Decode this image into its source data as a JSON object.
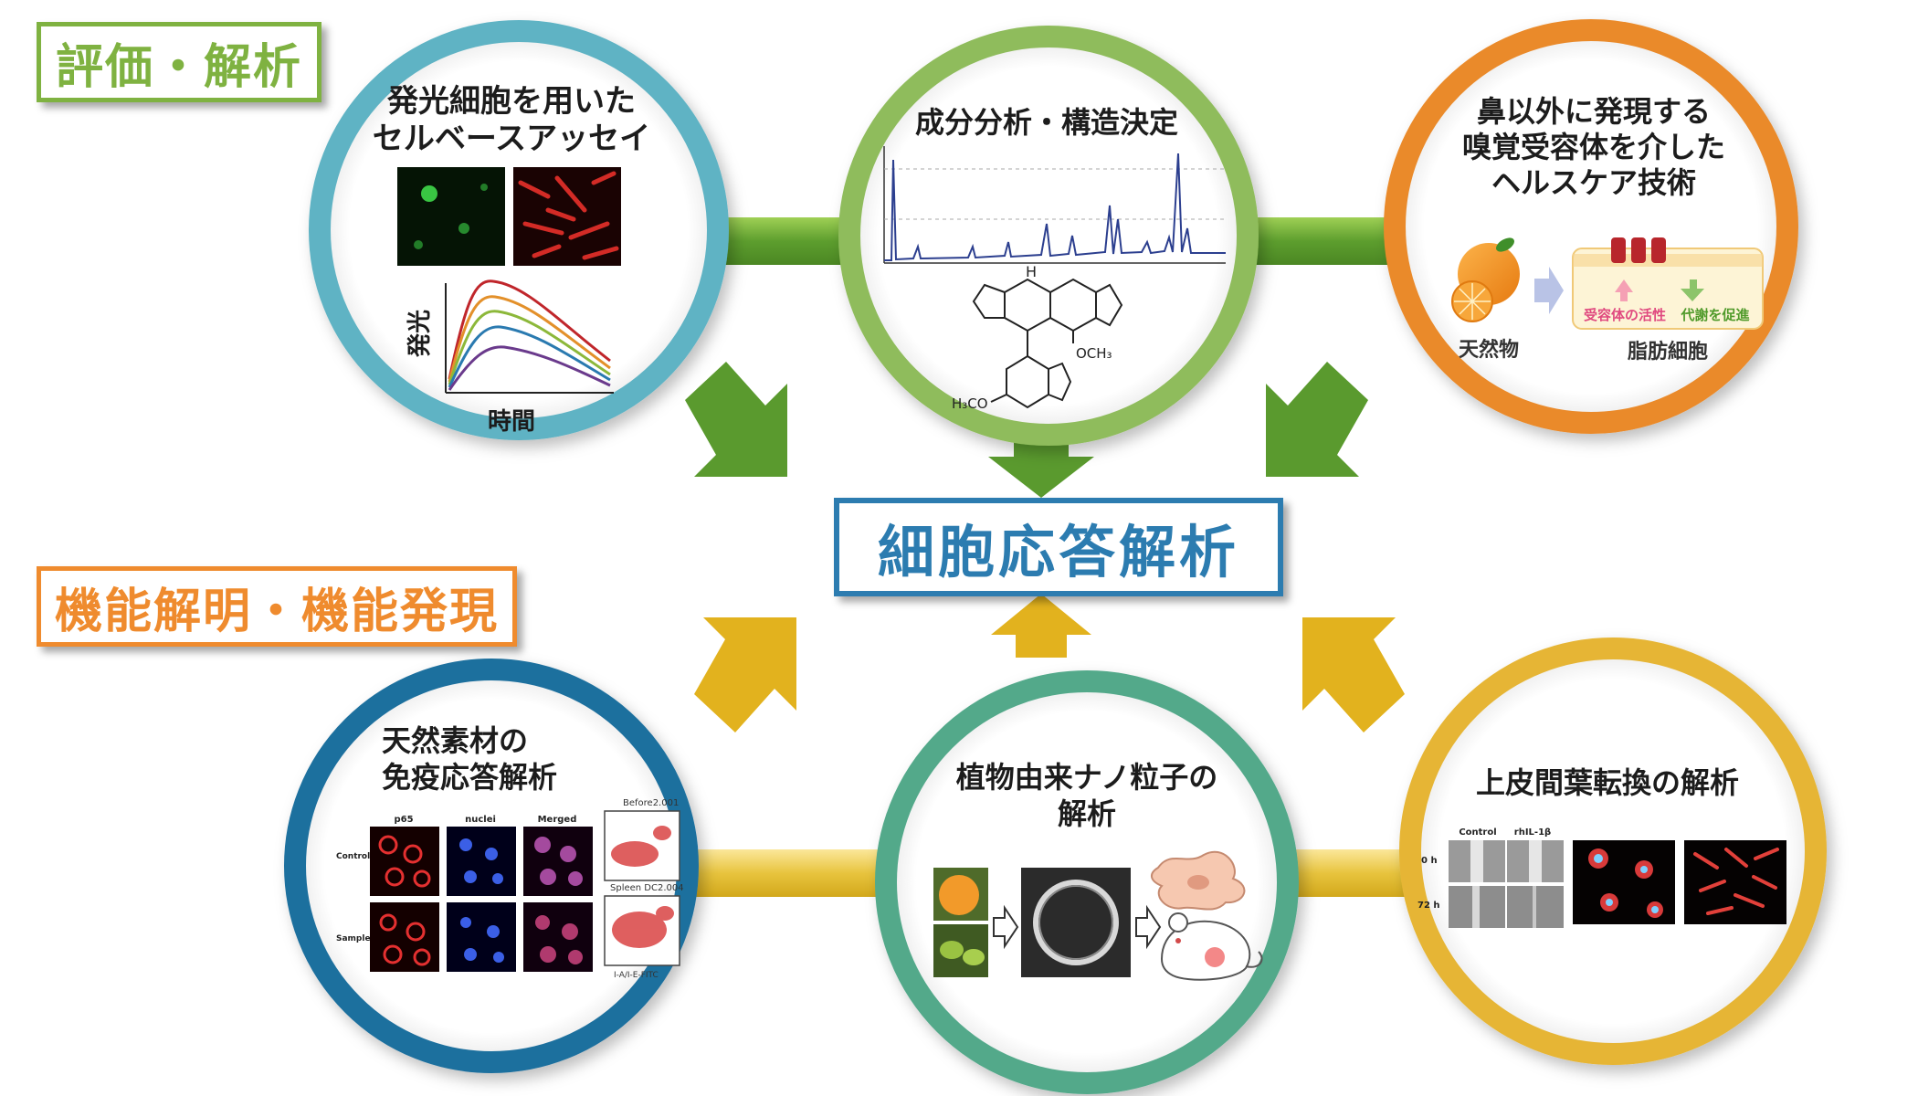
{
  "labels": {
    "evaluation": "評価・解析",
    "function": "機能解明・機能発現"
  },
  "center": {
    "title": "細胞応答解析"
  },
  "circles": {
    "c1": {
      "title_line1": "発光細胞を用いた",
      "title_line2": "セルベースアッセイ",
      "ylabel": "発光",
      "xlabel": "時間"
    },
    "c2": {
      "title": "成分分析・構造決定",
      "h_label": "H",
      "och3": "OCH₃",
      "h3co": "H₃CO"
    },
    "c3": {
      "title_line1": "鼻以外に発現する",
      "title_line2": "嗅覚受容体を介した",
      "title_line3": "ヘルスケア技術",
      "natural": "天然物",
      "adipocyte": "脂肪細胞",
      "receptor_active": "受容体の活性",
      "metab": "代謝を促進"
    },
    "c4": {
      "title_line1": "天然素材の",
      "title_line2": "免疫応答解析",
      "col_p65": "p65",
      "col_nuclei": "nuclei",
      "col_merged": "Merged",
      "row_control": "Control",
      "row_sample": "Sample",
      "flow1": "Before2.001",
      "flow2": "Spleen DC2.004",
      "flow_axis": "I-A/I-E-FITC"
    },
    "c5": {
      "title_line1": "植物由来ナノ粒子の",
      "title_line2": "解析"
    },
    "c6": {
      "title": "上皮間葉転換の解析",
      "col_control": "Control",
      "col_rhil": "rhIL-1β",
      "row_0h": "0 h",
      "row_72h": "72 h"
    }
  },
  "colors": {
    "green_arrow": "#5a9a2e",
    "yellow_arrow": "#e2b21e",
    "ring1": "#5fb3c4",
    "ring2": "#8fbc5c",
    "ring3": "#ea8a2a",
    "ring4": "#1f6f9e",
    "ring5": "#52a98a",
    "ring6": "#e6b534",
    "center": "#2c7cb0"
  }
}
